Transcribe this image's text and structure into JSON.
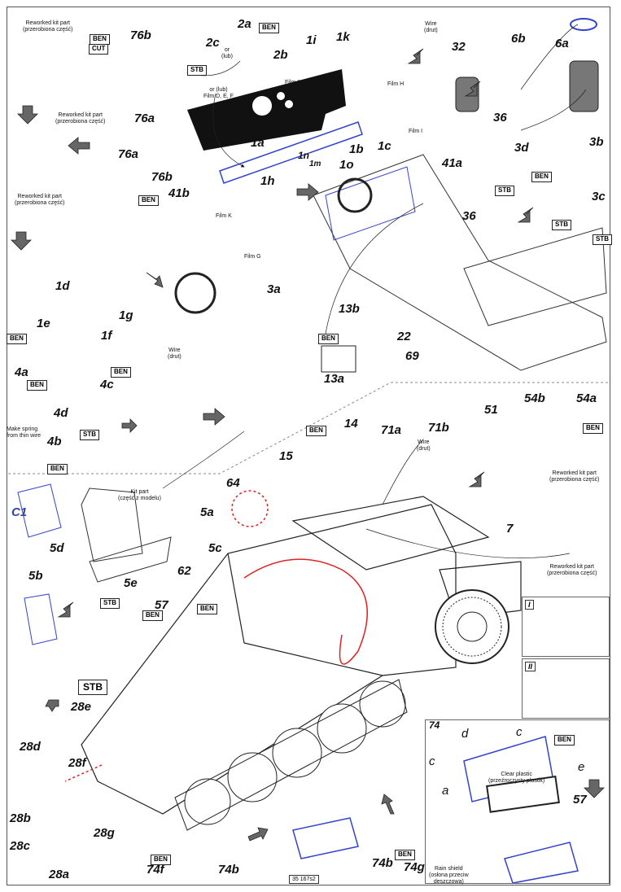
{
  "sheet_code": "35 167s2",
  "colors": {
    "part_line": "#3344cc",
    "outline": "#222222",
    "arrow": "#555555",
    "highlight": "#dd2222",
    "accent_green": "#22aa44"
  },
  "parts": [
    "76b",
    "2c",
    "2a",
    "2b",
    "1i",
    "1k",
    "32",
    "6b",
    "6a",
    "76a",
    "76a",
    "76b",
    "41b",
    "1a",
    "1h",
    "1n",
    "1m",
    "1o",
    "1b",
    "1c",
    "36",
    "41a",
    "3d",
    "3b",
    "3c",
    "36",
    "3a",
    "13b",
    "22",
    "69",
    "13a",
    "1d",
    "1e",
    "1f",
    "1g",
    "4a",
    "4c",
    "4d",
    "4b",
    "14",
    "15",
    "64",
    "71a",
    "71b",
    "51",
    "54b",
    "54a",
    "7",
    "C1",
    "5a",
    "5c",
    "5d",
    "5b",
    "5e",
    "62",
    "57",
    "28e",
    "28d",
    "28f",
    "28b",
    "28c",
    "28g",
    "28a",
    "74f",
    "74b",
    "74b",
    "74g",
    "74",
    "d",
    "c",
    "c",
    "a",
    "e",
    "57"
  ],
  "tags": {
    "ben": "BEN",
    "stb": "STB",
    "cut": "CUT"
  },
  "notes": {
    "reworked": "Reworked kit part\n(przerobiona część)",
    "wire": "Wire\n(drut)",
    "or": "or\n(lub)",
    "film_a": "Film A",
    "or_film_def": "or (lub)\nFilm D, E, F",
    "film_h": "Film H",
    "film_i": "Film I",
    "film_k": "Film K",
    "film_g": "Film G",
    "spring": "Make spring\nfrom thin wire",
    "kit_part": "Kit part\n(część z modelu)",
    "clear_plastic": "Clear plastic\n(przeźroczysty plastik)",
    "rain_shield": "Rain shield\n(osłona przeciw\ndeszczowa)"
  },
  "insets": {
    "step_1": "I",
    "step_2": "II"
  }
}
